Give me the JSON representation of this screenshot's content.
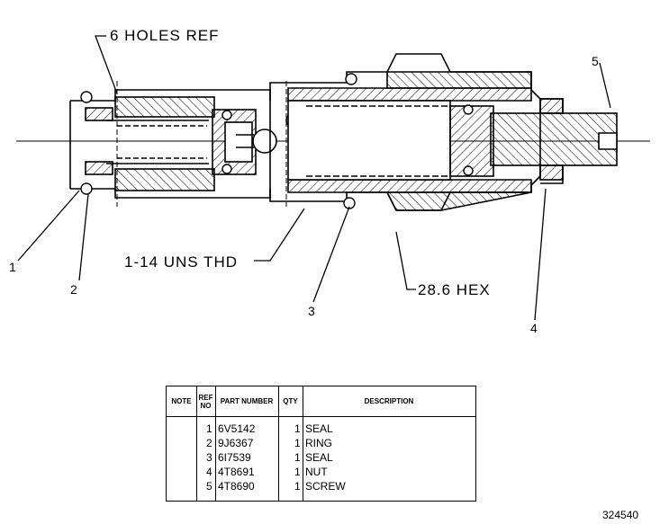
{
  "labels": {
    "holes_ref": "6 HOLES REF",
    "thread": "1-14 UNS THD",
    "hex": "28.6 HEX",
    "callouts": [
      "1",
      "2",
      "3",
      "4",
      "5"
    ]
  },
  "table": {
    "headers": {
      "note": "NOTE",
      "ref_no": "REF NO",
      "part_number": "PART NUMBER",
      "qty": "QTY",
      "description": "DESCRIPTION"
    },
    "rows": [
      {
        "ref": "1",
        "part": "6V5142",
        "qty": "1",
        "desc": "SEAL"
      },
      {
        "ref": "2",
        "part": "9J6367",
        "qty": "1",
        "desc": "RING"
      },
      {
        "ref": "3",
        "part": "6I7539",
        "qty": "1",
        "desc": "SEAL"
      },
      {
        "ref": "4",
        "part": "4T8691",
        "qty": "1",
        "desc": "NUT"
      },
      {
        "ref": "5",
        "part": "4T8690",
        "qty": "1",
        "desc": "SCREW"
      }
    ]
  },
  "figure_number": "324540"
}
